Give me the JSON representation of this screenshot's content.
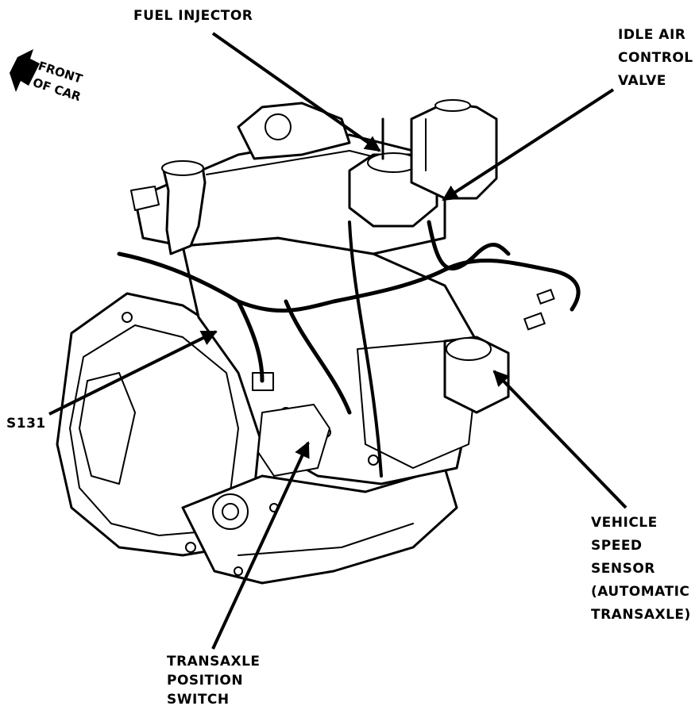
{
  "labels": {
    "fuel_injector": "FUEL INJECTOR",
    "idle_air_control_valve": [
      "IDLE AIR",
      "CONTROL",
      "VALVE"
    ],
    "s131": "S131",
    "vehicle_speed_sensor": [
      "VEHICLE",
      "SPEED",
      "SENSOR",
      "(AUTOMATIC",
      "TRANSAXLE)"
    ],
    "transaxle_position_switch": [
      "TRANSAXLE",
      "POSITION",
      "SWITCH"
    ],
    "front_of_car": [
      "FRONT",
      "OF CAR"
    ]
  },
  "icons": {
    "front_direction": "front-arrow-icon"
  },
  "colors": {
    "ink": "#000000",
    "paper": "#ffffff"
  }
}
